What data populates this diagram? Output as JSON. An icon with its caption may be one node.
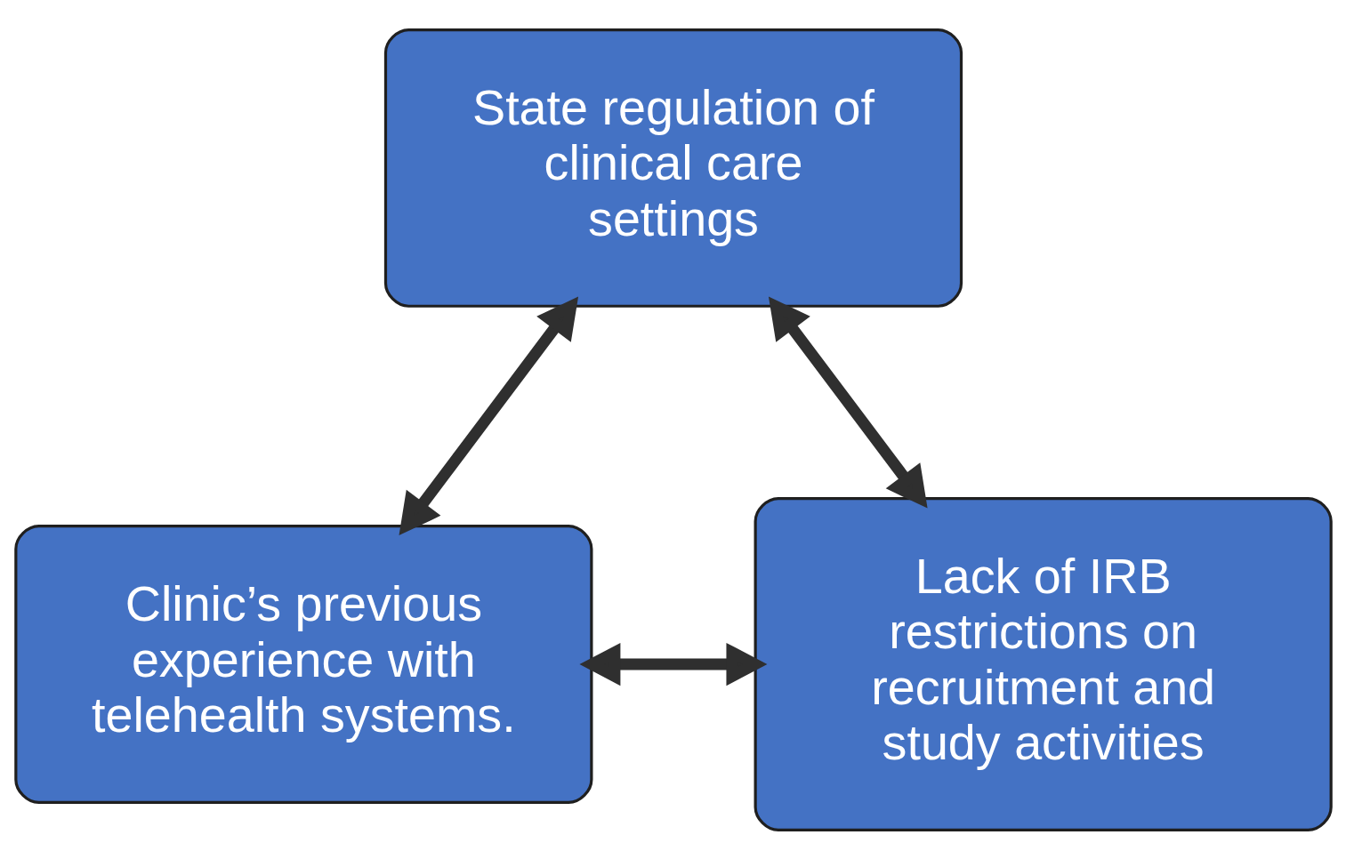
{
  "diagram": {
    "nodes": [
      {
        "text": [
          "State regulation of clinical care settings"
        ]
      },
      {
        "text": [
          "Clinic’s previous experience with telehealth systems."
        ]
      },
      {
        "text": [
          "Lack of IRB restrictions on recruitment and study activities"
        ]
      }
    ],
    "edges": [
      {
        "from": 0,
        "to": 1,
        "arrow": "both"
      },
      {
        "from": 0,
        "to": 2,
        "arrow": "both"
      },
      {
        "from": 1,
        "to": 2,
        "arrow": "both"
      }
    ]
  }
}
